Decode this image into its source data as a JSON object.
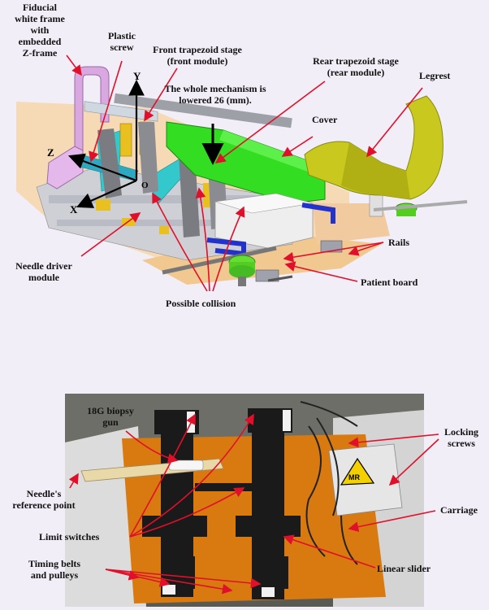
{
  "top_figure": {
    "labels": {
      "fiducial": [
        "Fiducial",
        "white frame",
        "with",
        "embedded",
        "Z-frame"
      ],
      "plastic_screw": [
        "Plastic",
        "screw"
      ],
      "front_stage": [
        "Front trapezoid stage",
        "(front module)"
      ],
      "rear_stage": [
        "Rear trapezoid stage",
        "(rear module)"
      ],
      "lowered": [
        "The whole mechanism is",
        "lowered 26 (mm)."
      ],
      "legrest": "Legrest",
      "cover": "Cover",
      "rails": "Rails",
      "patient_board": "Patient board",
      "needle_driver": [
        "Needle driver",
        "module"
      ],
      "possible_collision": "Possible collision"
    },
    "axes": {
      "x": "X",
      "y": "Y",
      "z": "Z",
      "origin": "O"
    }
  },
  "bottom_photo": {
    "labels": {
      "biopsy_gun": [
        "18G biopsy",
        "gun"
      ],
      "reference_point": [
        "Needle's",
        "reference point"
      ],
      "limit_switches": "Limit switches",
      "timing_belts": [
        "Timing belts",
        "and pulleys"
      ],
      "locking_screws": [
        "Locking",
        "screws"
      ],
      "carriage": "Carriage",
      "linear_slider": "Linear slider"
    },
    "mr_sticker": "MR"
  },
  "colors": {
    "annotation_arrow": "#e0102a",
    "cover": "#33dd22",
    "legrest": "#c8c81e",
    "fiducial_frame": "#d9a8e0",
    "patient_board": "#f0c890",
    "cyan_links": "#33c8cc",
    "yellow_parts": "#e8c020",
    "blue_rails": "#2233cc",
    "photo_base": "#d97a10"
  }
}
